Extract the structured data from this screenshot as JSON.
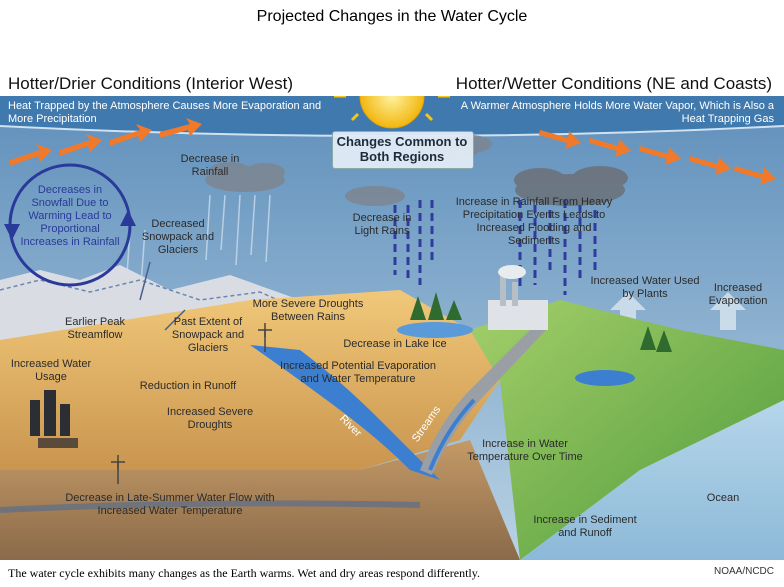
{
  "title": "Projected Changes in the Water Cycle",
  "headers": {
    "left": "Hotter/Drier Conditions (Interior West)",
    "right": "Hotter/Wetter Conditions (NE and Coasts)"
  },
  "bands": {
    "left": "Heat Trapped by the Atmosphere Causes More Evaporation and More Precipitation",
    "right": "A Warmer Atmosphere Holds More Water Vapor, Which is Also a Heat Trapping Gas"
  },
  "common": "Changes Common to Both Regions",
  "labels": {
    "decrease_rainfall": "Decrease in Rainfall",
    "snowfall_cycle": "Decreases in Snowfall Due to Warming Lead to Proportional Increases in Rainfall",
    "decreased_snowpack": "Decreased Snowpack and Glaciers",
    "decrease_light_rains": "Decrease in Light Rains",
    "heavy_precip": "Increase in Rainfall From Heavy Precipitation Events Leads to Increased Flooding and Sediments",
    "increased_water_plants": "Increased Water Used by Plants",
    "increased_evaporation": "Increased Evaporation",
    "earlier_peak": "Earlier Peak Streamflow",
    "past_extent": "Past Extent of Snowpack and Glaciers",
    "severe_droughts_rains": "More Severe Droughts Between Rains",
    "decrease_lake_ice": "Decrease in Lake Ice",
    "increased_water_usage": "Increased Water Usage",
    "potential_evaporation": "Increased Potential Evaporation and Water Temperature",
    "reduction_runoff": "Reduction in Runoff",
    "severe_droughts": "Increased Severe Droughts",
    "river": "River",
    "streams": "Streams",
    "water_temp": "Increase in Water Temperature Over Time",
    "late_summer": "Decrease in Late-Summer Water Flow with Increased Water Temperature",
    "ocean": "Ocean",
    "sediment_runoff": "Increase in Sediment and Runoff"
  },
  "caption": "The water cycle exhibits many changes as the Earth warms. Wet and dry areas respond differently.",
  "credit": "NOAA/NCDC",
  "colors": {
    "sky": "#7fa6c6",
    "band": "#3f79ad",
    "sun": "#f5c518",
    "arrows": "#f07a2a",
    "desert": "#e2b46a",
    "river": "#3c7fd0",
    "green_land": "#7ab84a",
    "ocean": "#9bc4de",
    "cycle_arrow": "#2a3a9a"
  }
}
